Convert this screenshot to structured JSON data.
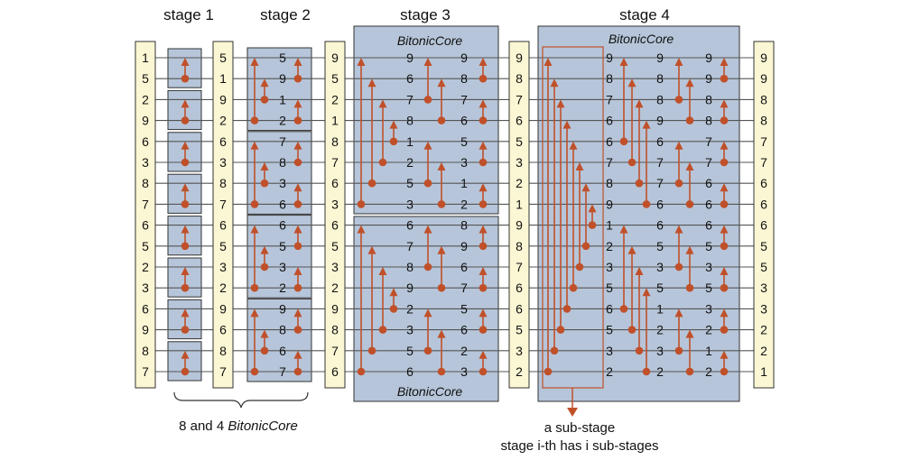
{
  "stage_labels": [
    "stage 1",
    "stage 2",
    "stage 3",
    "stage 4"
  ],
  "core_label": "BitonicCore",
  "brace_caption": {
    "prefix": "8 and 4 ",
    "italic": "BitonicCore"
  },
  "substage_caption_line1": "a sub-stage",
  "substage_caption_line2": "stage i-th has i sub-stages",
  "colors": {
    "wire": "#555555",
    "arrow": "#c0502a",
    "box_fill": "#b6c5d9",
    "col_fill": "#fbf7d4",
    "box_stroke": "#333333"
  },
  "columns": {
    "input": [
      "1",
      "5",
      "2",
      "9",
      "6",
      "3",
      "8",
      "7",
      "6",
      "5",
      "2",
      "3",
      "6",
      "9",
      "8",
      "7"
    ],
    "after_s1": [
      "5",
      "1",
      "9",
      "2",
      "6",
      "3",
      "8",
      "7",
      "6",
      "5",
      "3",
      "2",
      "9",
      "6",
      "8",
      "7"
    ],
    "s2_mid": [
      "5",
      "9",
      "1",
      "2",
      "7",
      "8",
      "3",
      "6",
      "6",
      "5",
      "3",
      "2",
      "9",
      "8",
      "6",
      "7"
    ],
    "after_s2": [
      "9",
      "5",
      "2",
      "1",
      "8",
      "7",
      "6",
      "3",
      "6",
      "5",
      "3",
      "2",
      "9",
      "8",
      "7",
      "6"
    ],
    "s3_a": [
      "9",
      "6",
      "7",
      "8",
      "1",
      "2",
      "5",
      "3",
      "6",
      "7",
      "8",
      "9",
      "2",
      "3",
      "5",
      "6"
    ],
    "s3_b": [
      "9",
      "8",
      "7",
      "6",
      "5",
      "3",
      "1",
      "2",
      "8",
      "9",
      "6",
      "7",
      "5",
      "6",
      "2",
      "3"
    ],
    "after_s3": [
      "9",
      "8",
      "7",
      "6",
      "5",
      "3",
      "2",
      "1",
      "9",
      "8",
      "7",
      "6",
      "6",
      "5",
      "3",
      "2"
    ],
    "s4_a": [
      "9",
      "8",
      "7",
      "6",
      "6",
      "7",
      "8",
      "9",
      "1",
      "2",
      "3",
      "5",
      "6",
      "5",
      "3",
      "2"
    ],
    "s4_b": [
      "9",
      "8",
      "8",
      "9",
      "6",
      "7",
      "7",
      "6",
      "6",
      "5",
      "3",
      "5",
      "1",
      "2",
      "3",
      "2"
    ],
    "s4_c": [
      "9",
      "9",
      "8",
      "8",
      "7",
      "7",
      "6",
      "6",
      "6",
      "5",
      "3",
      "5",
      "3",
      "2",
      "1",
      "2"
    ],
    "output": [
      "9",
      "9",
      "8",
      "8",
      "7",
      "7",
      "6",
      "6",
      "6",
      "5",
      "5",
      "3",
      "3",
      "2",
      "2",
      "1"
    ]
  }
}
